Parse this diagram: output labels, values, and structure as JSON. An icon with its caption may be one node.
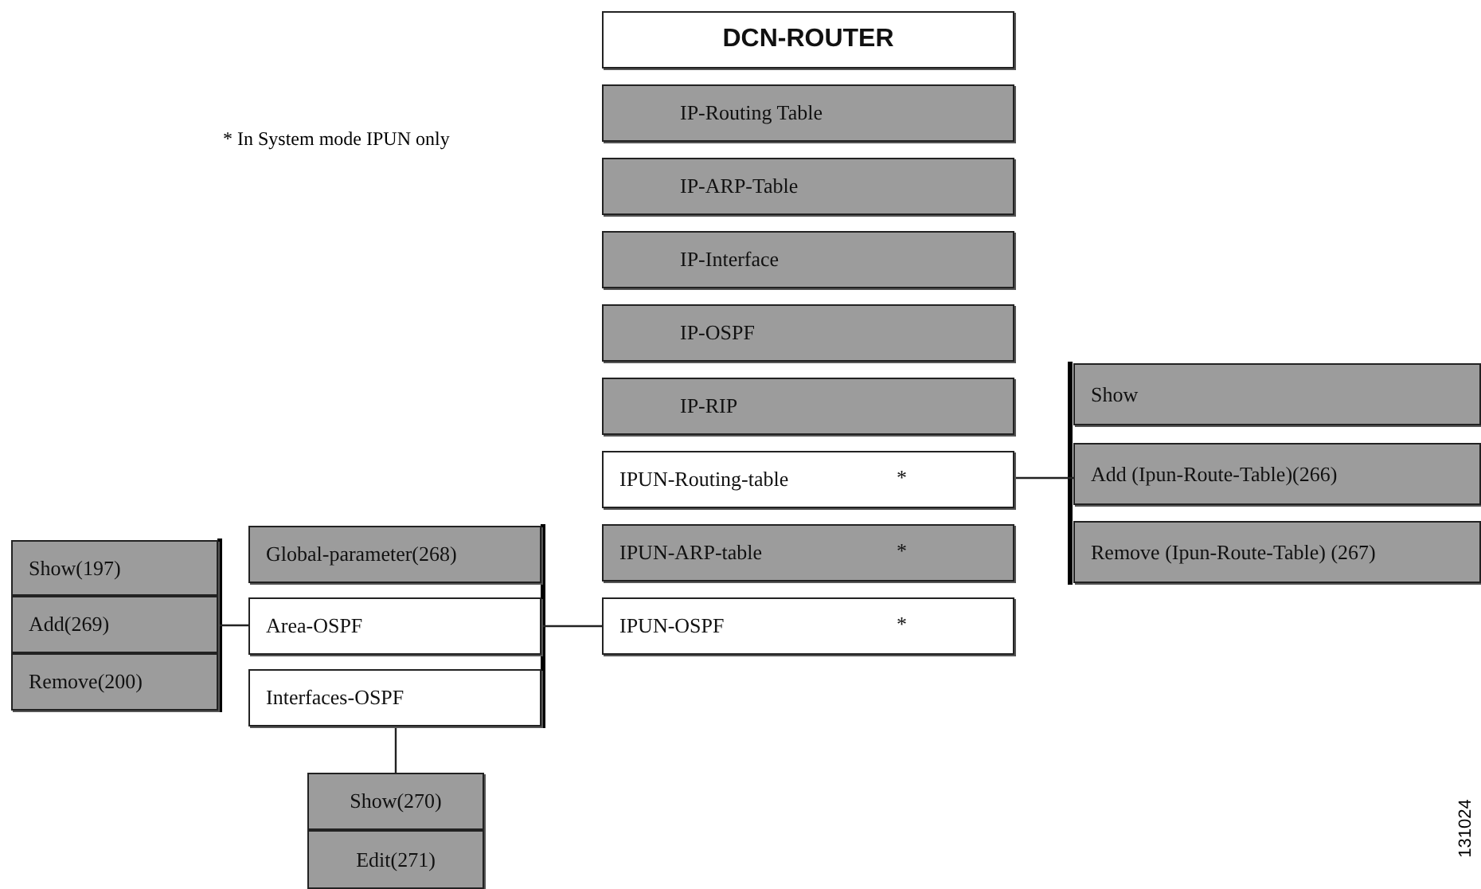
{
  "diagram": {
    "nodes": [
      {
        "text": [
          "DCN-ROUTER"
        ]
      },
      {
        "text": [
          "IP-Routing Table"
        ]
      },
      {
        "text": [
          "IP-ARP-Table"
        ]
      },
      {
        "text": [
          "IP-Interface"
        ]
      },
      {
        "text": [
          "IP-OSPF"
        ]
      },
      {
        "text": [
          "IP-RIP"
        ]
      },
      {
        "text": [
          "IPUN-Routing-table",
          "*"
        ]
      },
      {
        "text": [
          "IPUN-ARP-table",
          "*"
        ]
      },
      {
        "text": [
          "IPUN-OSPF",
          "*"
        ]
      },
      {
        "text": [
          "Show"
        ]
      },
      {
        "text": [
          "Add (Ipun-Route-Table)(266)"
        ]
      },
      {
        "text": [
          "Remove (Ipun-Route-Table) (267)"
        ]
      },
      {
        "text": [
          "Global-parameter(268)"
        ]
      },
      {
        "text": [
          "Area-OSPF"
        ]
      },
      {
        "text": [
          "Interfaces-OSPF"
        ]
      },
      {
        "text": [
          "Show(197)"
        ]
      },
      {
        "text": [
          "Add(269)"
        ]
      },
      {
        "text": [
          "Remove(200)"
        ]
      },
      {
        "text": [
          "Show(270)"
        ]
      },
      {
        "text": [
          "Edit(271)"
        ]
      }
    ],
    "edges": [
      {
        "from": 6,
        "to": 10,
        "arrow": "none"
      },
      {
        "from": 8,
        "to": 13,
        "arrow": "none"
      },
      {
        "from": 13,
        "to": 16,
        "arrow": "none"
      },
      {
        "from": 14,
        "to": 18,
        "arrow": "none"
      }
    ],
    "labels": [
      "* In System mode IPUN only",
      "131024"
    ]
  }
}
